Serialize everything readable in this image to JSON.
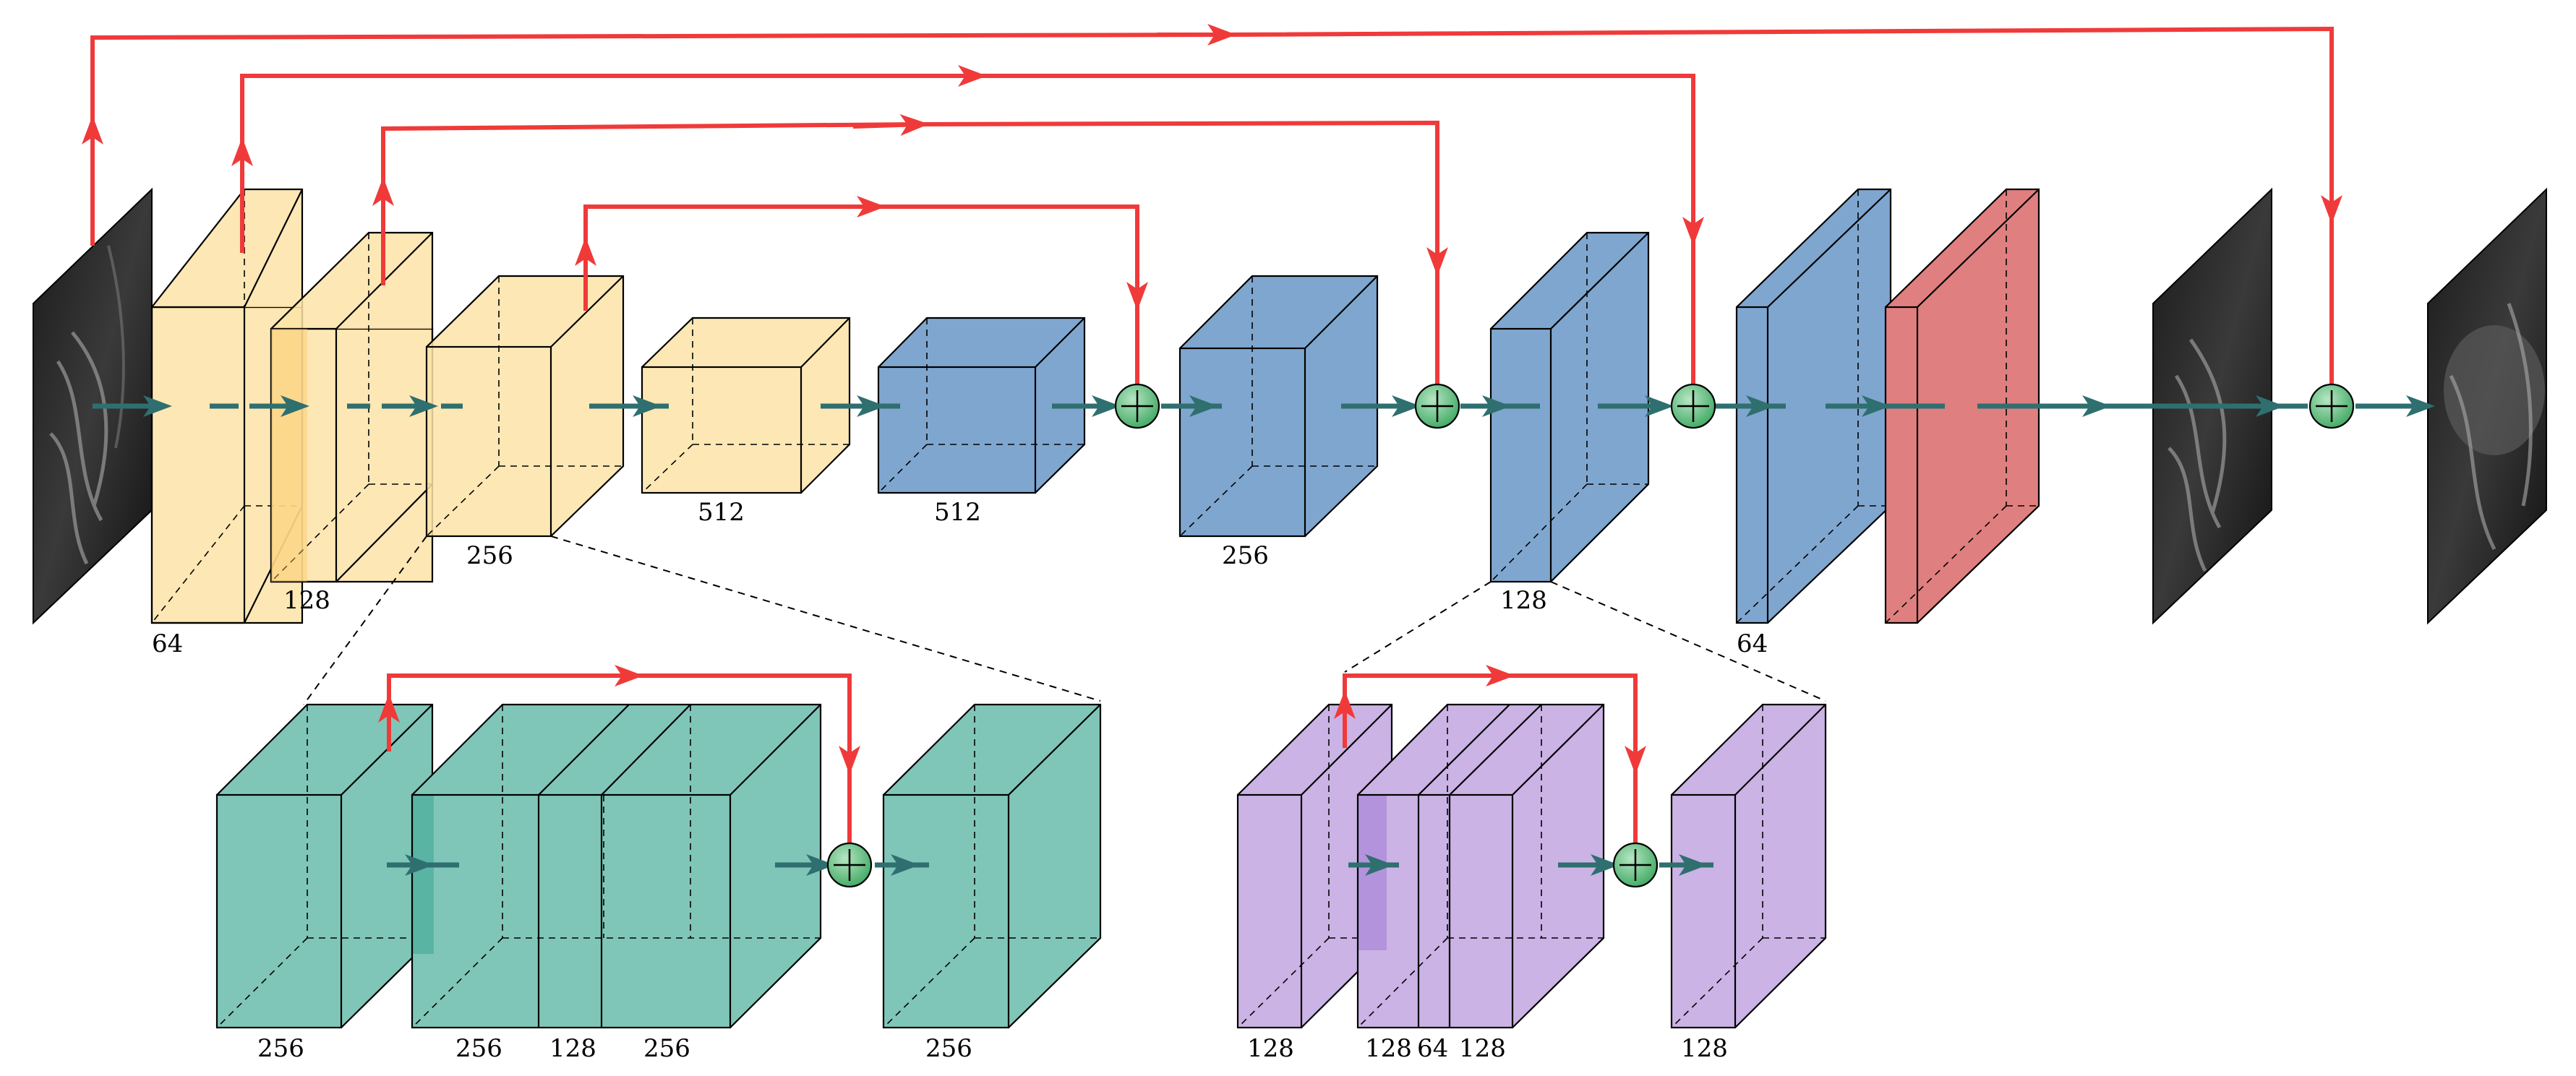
{
  "colors": {
    "encoder": "#fde3a7",
    "bottleneck": "#7fa6cf",
    "decoder": "#7fa6cf",
    "output_conv": "#e07f7f",
    "residual_block": "#7fc6b8",
    "decoder_block": "#cbb3e5",
    "skip_arrow": "#f03a3a",
    "flow_arrow": "#2f6f6f",
    "sum_node": "#6cc28a"
  },
  "icons": {
    "sum_node": "circled-plus-icon",
    "input_image": "mri-slice-image",
    "output_image": "mri-slice-image"
  },
  "labels": {
    "enc1": "64",
    "enc2": "128",
    "enc3": "256",
    "enc4": "512",
    "bott": "512",
    "dec1": "256",
    "dec2": "128",
    "dec3": "64",
    "res_in": "256",
    "res_mid1": "256",
    "res_mid2": "128",
    "res_mid3": "256",
    "res_out": "256",
    "dblk_in": "128",
    "dblk_mid1": "128",
    "dblk_mid2": "64",
    "dblk_mid3": "128",
    "dblk_out": "128"
  }
}
